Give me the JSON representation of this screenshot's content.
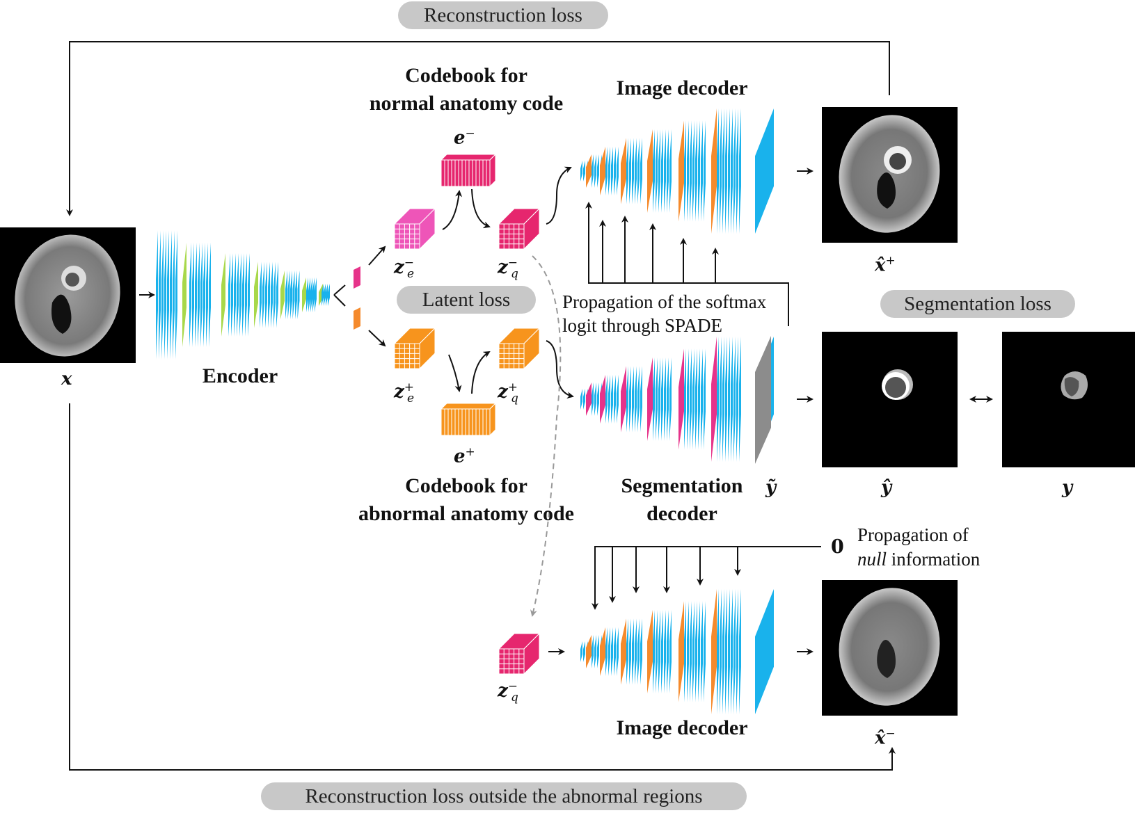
{
  "losses": {
    "reconstruction": "Reconstruction loss",
    "latent": "Latent loss",
    "segmentation": "Segmentation loss",
    "reconstruction_outside": "Reconstruction loss outside the abnormal regions"
  },
  "modules": {
    "encoder": "Encoder",
    "image_decoder_top": "Image decoder",
    "image_decoder_bottom": "Image decoder",
    "seg_decoder_line1": "Segmentation",
    "seg_decoder_line2": "decoder",
    "codebook_normal_line1": "Codebook for",
    "codebook_normal_line2": "normal anatomy code",
    "codebook_abnormal_line1": "Codebook for",
    "codebook_abnormal_line2": "abnormal anatomy code"
  },
  "notes": {
    "softmax_line1": "Propagation of the softmax",
    "softmax_line2": "logit through SPADE",
    "null_zero": "0",
    "null_line1": "Propagation of",
    "null_italic": "null",
    "null_rest": " information"
  },
  "symbols": {
    "x": "x",
    "x_hat_plus": "x̂",
    "x_hat_minus": "x̂",
    "y_hat": "ŷ",
    "y": "y",
    "y_tilde": "ỹ",
    "e_minus": "e",
    "e_plus": "e",
    "z_e_minus": "z",
    "z_e_plus": "z",
    "z_q_minus": "z",
    "z_q_plus": "z",
    "z_q_minus_bottom": "z",
    "sup_minus": "−",
    "sup_plus": "+",
    "sub_e": "e",
    "sub_q": "q"
  },
  "colors": {
    "layer_blue": "#19b2ec",
    "layer_green": "#a8d84a",
    "layer_orange": "#f58a2c",
    "layer_magenta": "#e6338a",
    "code_pink": "#e6266e",
    "code_orange": "#f7941d",
    "seg_gray": "#8c8c8c",
    "pill_gray": "#c8c8c8"
  }
}
